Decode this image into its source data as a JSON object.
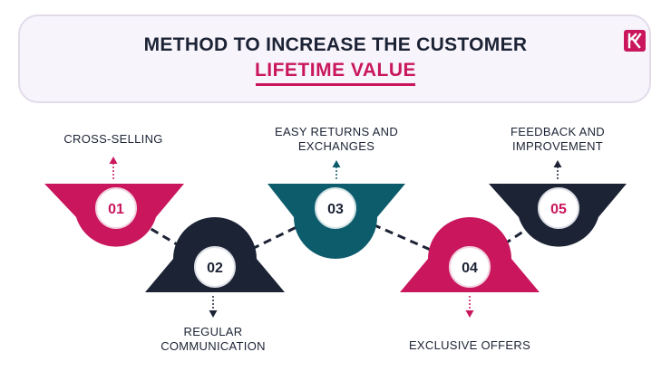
{
  "header": {
    "title_line1": "METHOD TO INCREASE THE CUSTOMER",
    "title_line2": "LIFETIME VALUE",
    "logo_icon": "brand-logo-icon"
  },
  "steps": [
    {
      "number": "01",
      "label": "CROSS-SELLING",
      "color": "#c9165d"
    },
    {
      "number": "02",
      "label": "REGULAR COMMUNICATION",
      "label_line1": "REGULAR",
      "label_line2": "COMMUNICATION",
      "color": "#1c2335"
    },
    {
      "number": "03",
      "label": "EASY RETURNS AND EXCHANGES",
      "label_line1": "EASY RETURNS AND",
      "label_line2": "EXCHANGES",
      "color": "#0d5c6b"
    },
    {
      "number": "04",
      "label": "EXCLUSIVE OFFERS",
      "color": "#c9165d"
    },
    {
      "number": "05",
      "label": "FEEDBACK AND IMPROVEMENT",
      "label_line1": "FEEDBACK AND",
      "label_line2": "IMPROVEMENT",
      "color": "#1c2335"
    }
  ],
  "colors": {
    "accent": "#c9165d",
    "navy": "#1c2335",
    "teal": "#0d5c6b",
    "card_bg": "#f7f4fb"
  }
}
